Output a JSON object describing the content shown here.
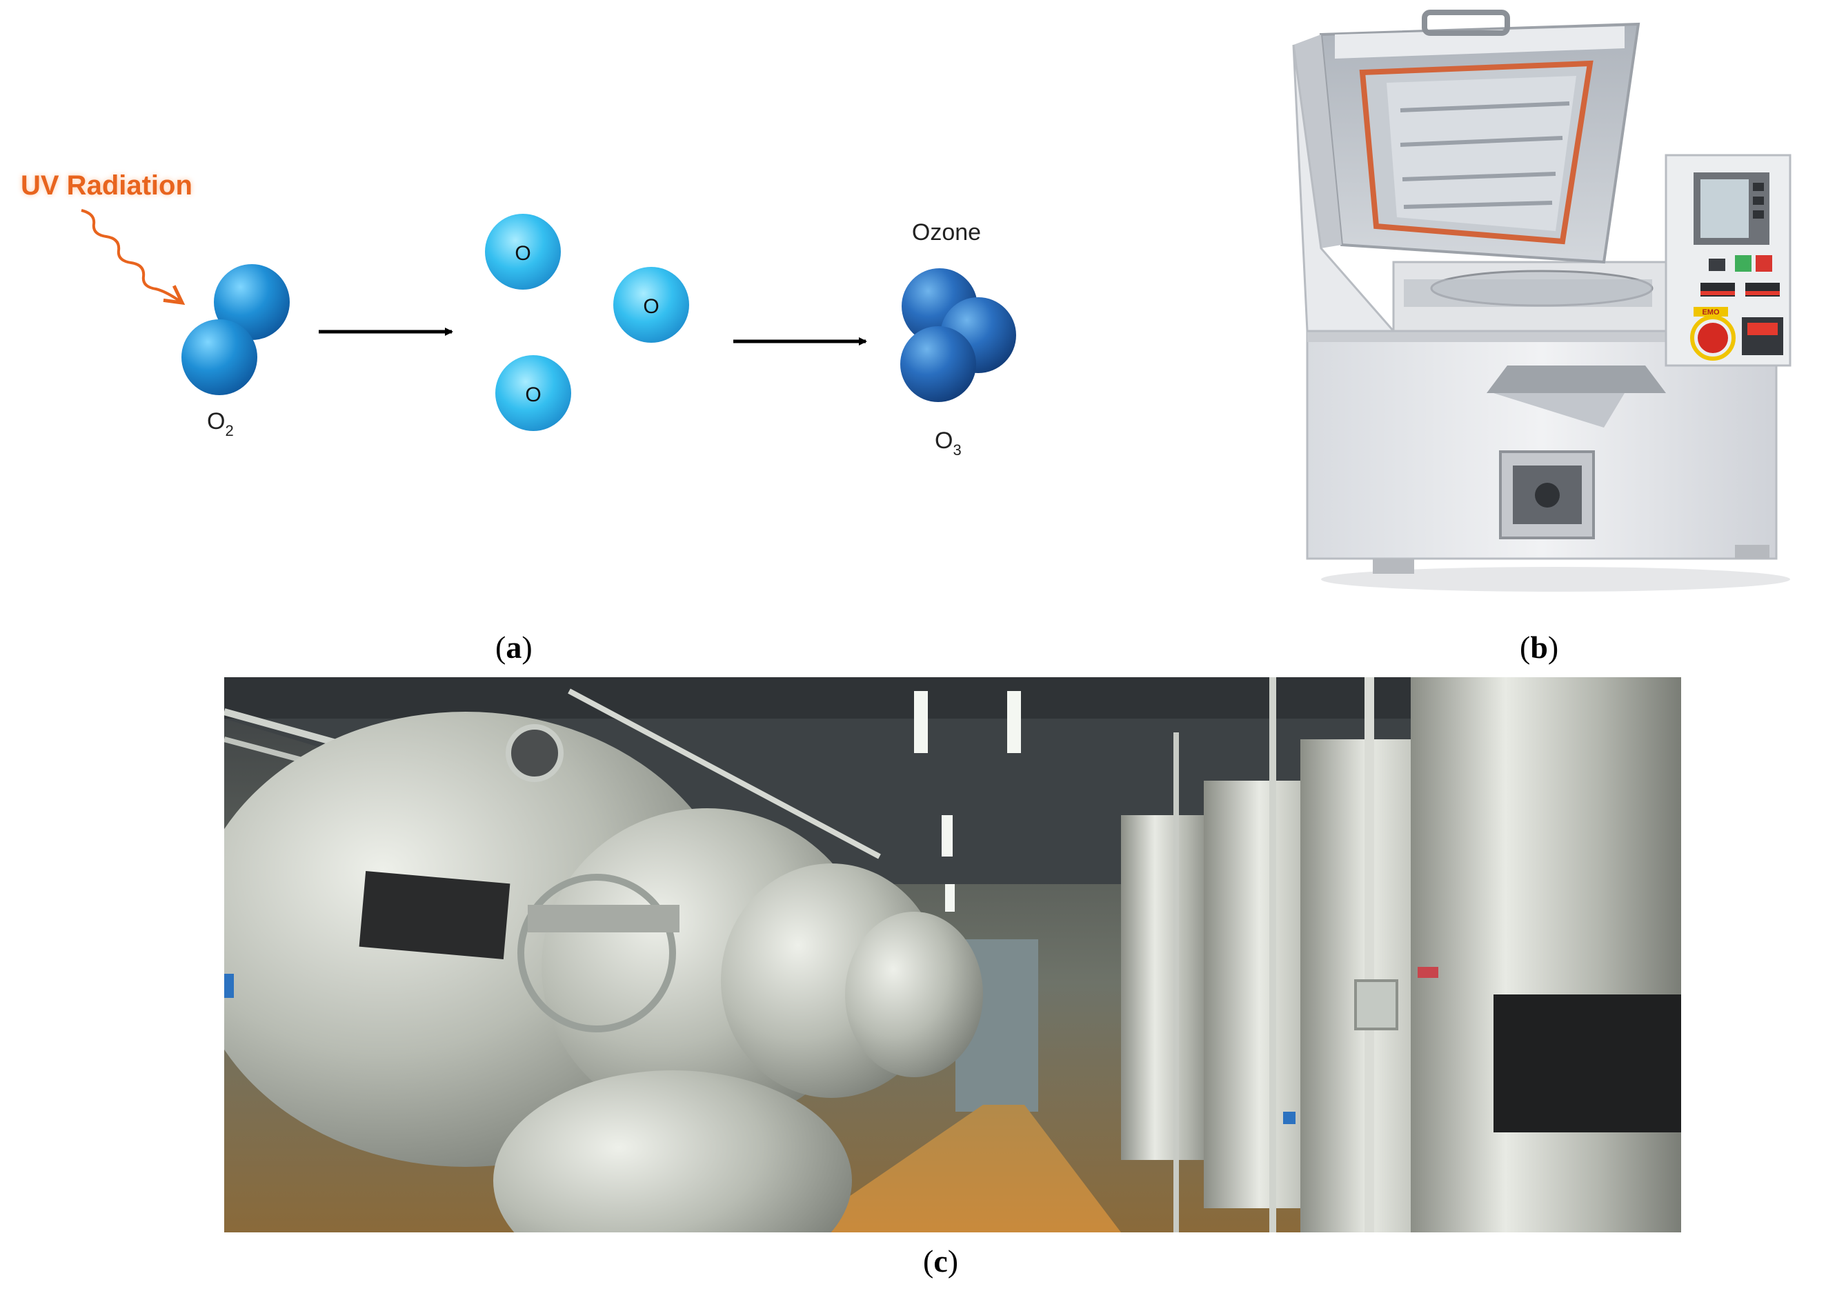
{
  "panel_a": {
    "uv_label": "UV Radiation",
    "atom_label": "O",
    "o2_label_main": "O",
    "o2_label_sub": "2",
    "ozone_title": "Ozone",
    "o3_label_main": "O",
    "o3_label_sub": "3",
    "caption_open": "(",
    "caption_letter": "a",
    "caption_close": ")"
  },
  "panel_b": {
    "emo_label": "EMO",
    "caption_open": "(",
    "caption_letter": "b",
    "caption_close": ")"
  },
  "panel_c": {
    "caption_open": "(",
    "caption_letter": "c",
    "caption_close": ")"
  },
  "colors": {
    "uv_orange": "#e8641e",
    "molecule_dark_blue": "#1e5ea8",
    "atom_light_blue": "#2bb0e6",
    "arrow": "#000000"
  }
}
